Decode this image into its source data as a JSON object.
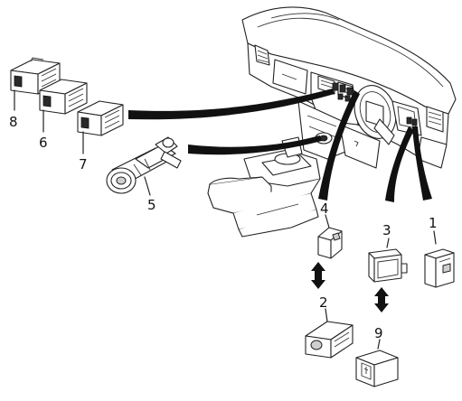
{
  "diagram": {
    "callouts": [
      {
        "id": "8",
        "text": "8"
      },
      {
        "id": "6",
        "text": "6"
      },
      {
        "id": "7",
        "text": "7"
      },
      {
        "id": "5",
        "text": "5"
      },
      {
        "id": "4",
        "text": "4"
      },
      {
        "id": "2",
        "text": "2"
      },
      {
        "id": "3",
        "text": "3"
      },
      {
        "id": "9",
        "text": "9"
      },
      {
        "id": "1",
        "text": "1"
      }
    ]
  }
}
